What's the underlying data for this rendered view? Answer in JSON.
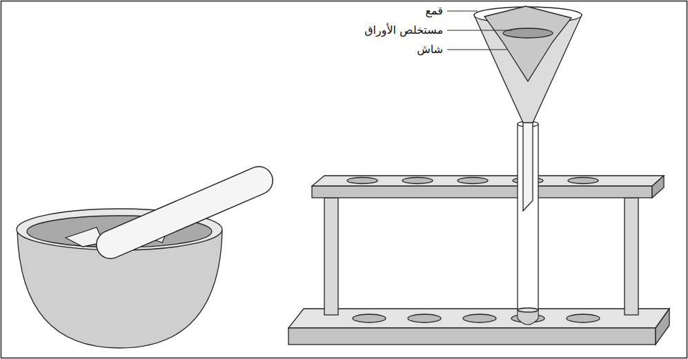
{
  "diagram": {
    "labels": [
      "قمع",
      "مستخلص الأوراق",
      "شاش"
    ]
  }
}
